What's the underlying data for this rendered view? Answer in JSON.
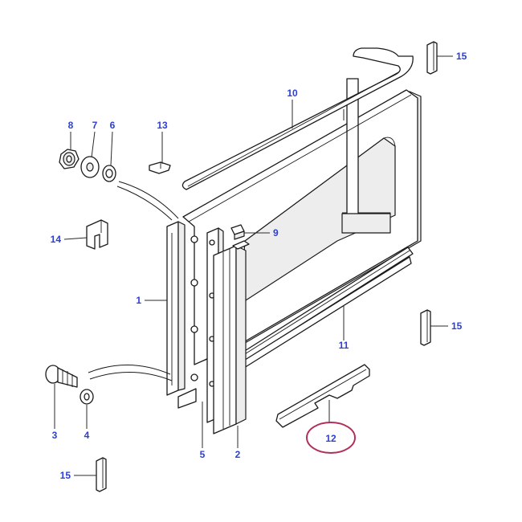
{
  "colors": {
    "callout": "#2b3fd6",
    "highlight_ring": "#b0305a",
    "line": "#1a1a1a"
  },
  "highlighted_callout": "12",
  "callouts": [
    {
      "id": "c1",
      "label": "1"
    },
    {
      "id": "c2",
      "label": "2"
    },
    {
      "id": "c3",
      "label": "3"
    },
    {
      "id": "c4",
      "label": "4"
    },
    {
      "id": "c5",
      "label": "5"
    },
    {
      "id": "c6",
      "label": "6"
    },
    {
      "id": "c7",
      "label": "7"
    },
    {
      "id": "c8",
      "label": "8"
    },
    {
      "id": "c9",
      "label": "9"
    },
    {
      "id": "c10",
      "label": "10"
    },
    {
      "id": "c11",
      "label": "11"
    },
    {
      "id": "c12",
      "label": "12"
    },
    {
      "id": "c13",
      "label": "13"
    },
    {
      "id": "c14",
      "label": "14"
    },
    {
      "id": "c15a",
      "label": "15"
    },
    {
      "id": "c15b",
      "label": "15"
    },
    {
      "id": "c15c",
      "label": "15"
    }
  ]
}
